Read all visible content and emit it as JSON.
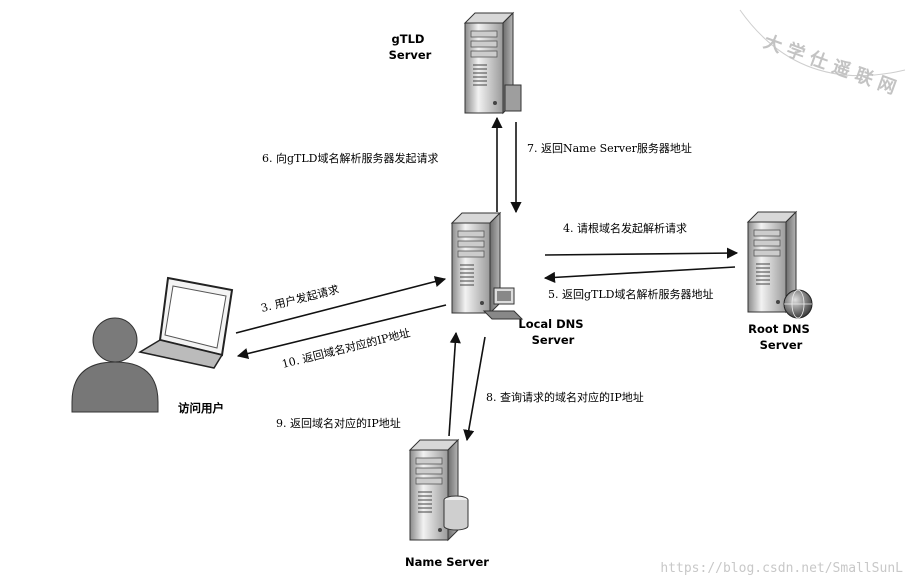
{
  "nodes": {
    "gtld": "gTLD\nServer",
    "local": "Local DNS\nServer",
    "root": "Root DNS\nServer",
    "name": "Name Server",
    "user": "访问用户"
  },
  "edges": {
    "e3": "3. 用户发起请求",
    "e4": "4. 请根域名发起解析请求",
    "e5": "5. 返回gTLD域名解析服务器地址",
    "e6": "6. 向gTLD域名解析服务器发起请求",
    "e7": "7. 返回Name Server服务器地址",
    "e8": "8. 查询请求的域名对应的IP地址",
    "e9": "9. 返回域名对应的IP地址",
    "e10": "10. 返回域名对应的IP地址"
  },
  "watermark": "https://blog.csdn.net/SmallSunL",
  "stamp": "大 学 仕 遥 联 网"
}
